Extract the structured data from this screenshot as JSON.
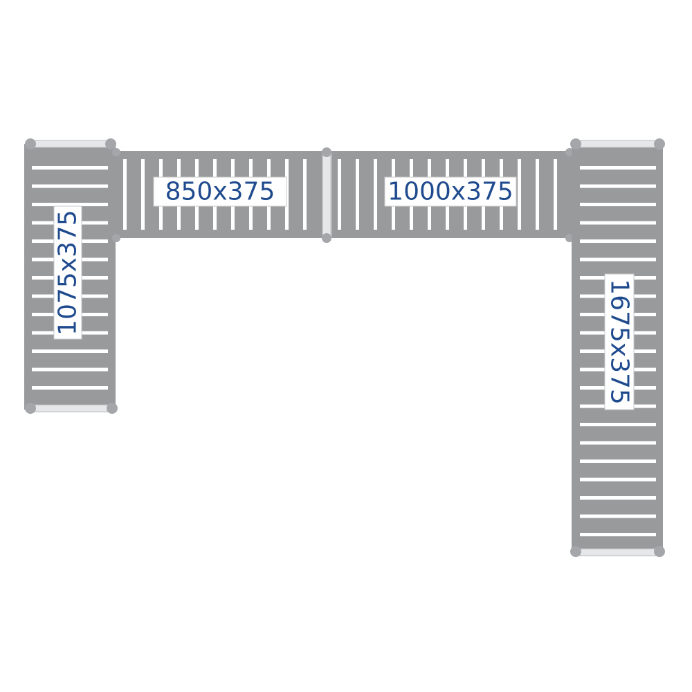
{
  "colors": {
    "deck": "#999a9c",
    "deck_edge": "#8a8b8d",
    "slat_gap": "#ffffff",
    "post": "#a4a6aa",
    "rail": "#e6e7e9",
    "label_bg": "#ffffff",
    "label_text": "#1f4b8e"
  },
  "modules": [
    {
      "id": "left-module",
      "label": "1075x375",
      "orientation": "vertical",
      "label_rotation": -90
    },
    {
      "id": "top-left-module",
      "label": "850x375",
      "orientation": "horizontal",
      "label_rotation": 0
    },
    {
      "id": "top-right-module",
      "label": "1000x375",
      "orientation": "horizontal",
      "label_rotation": 0
    },
    {
      "id": "right-module",
      "label": "1675x375",
      "orientation": "vertical",
      "label_rotation": 90
    }
  ]
}
